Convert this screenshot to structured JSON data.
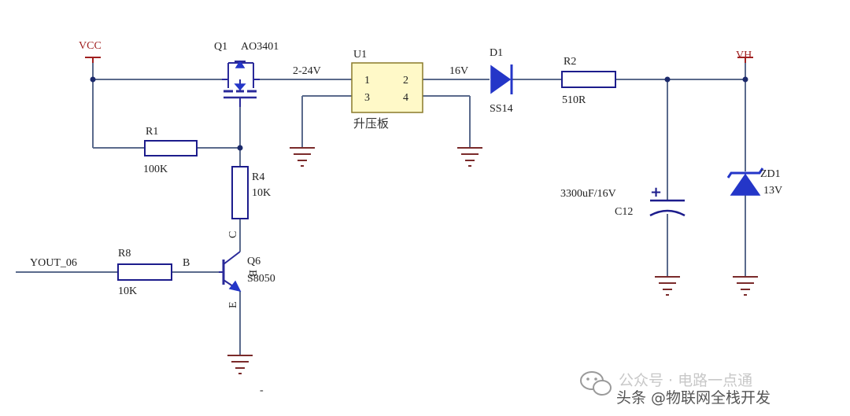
{
  "power": {
    "vcc": "VCC",
    "vh": "VH"
  },
  "q1": {
    "ref": "Q1",
    "part": "AO3401"
  },
  "u1": {
    "ref": "U1",
    "pin1": "1",
    "pin2": "2",
    "pin3": "3",
    "pin4": "4",
    "name": "升压板"
  },
  "d1": {
    "ref": "D1",
    "part": "SS14"
  },
  "r1": {
    "ref": "R1",
    "value": "100K"
  },
  "r2": {
    "ref": "R2",
    "value": "510R"
  },
  "r4": {
    "ref": "R4",
    "value": "10K"
  },
  "r8": {
    "ref": "R8",
    "value": "10K"
  },
  "q6": {
    "ref": "Q6",
    "part": "S8050",
    "c": "C",
    "b": "B",
    "e": "E",
    "b_line": "B"
  },
  "c12": {
    "ref": "C12",
    "value": "3300uF/16V"
  },
  "zd1": {
    "ref": "ZD1",
    "value": "13V"
  },
  "nets": {
    "boost_in": "2-24V",
    "boost_out": "16V",
    "input_signal": "YOUT_06"
  },
  "watermark": {
    "line1": "公众号 · 电路一点通",
    "line2": "头条 @物联网全栈开发"
  },
  "stray_mark": "-"
}
